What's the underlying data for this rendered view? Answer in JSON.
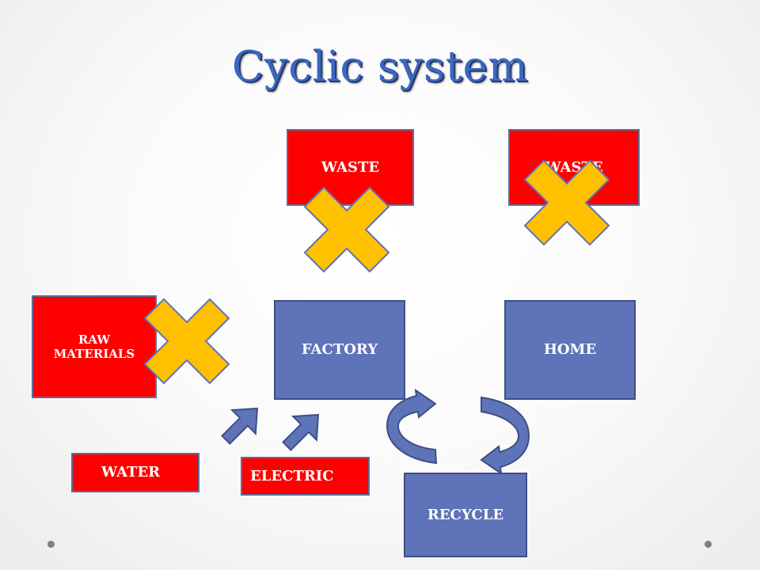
{
  "title": "Cyclic system",
  "boxes": {
    "waste_1": "WASTE",
    "waste_2": "WASTE",
    "raw_materials": "RAW\nMATERIALS",
    "factory": "FACTORY",
    "home": "HOME",
    "water": "WATER",
    "electric": "ELECTRIC",
    "recycle": "RECYCLE"
  },
  "colors": {
    "title": "#3b66c4",
    "red_box": "#ff0000",
    "blue_box": "#5f73b9",
    "cross": "#ffc000",
    "arrow": "#5f73b9"
  },
  "icons": {
    "cross": "x-cross-icon",
    "arrow": "up-right-arrow-icon",
    "cycle": "curved-cycle-arrow-icon"
  }
}
